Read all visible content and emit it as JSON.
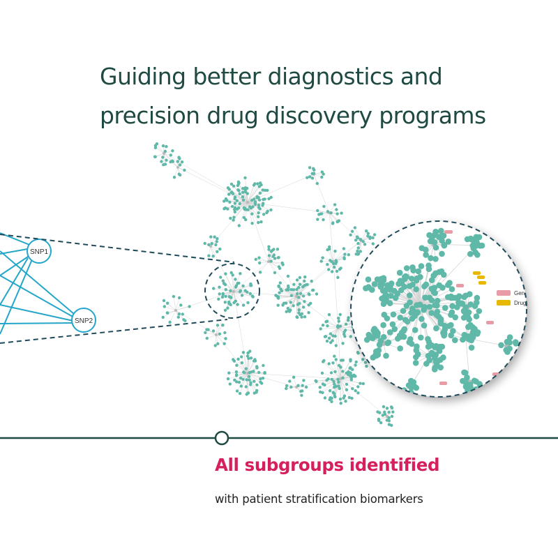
{
  "headline": {
    "line1": "Guiding better diagnostics and",
    "line2": "precision drug discovery programs"
  },
  "snp_nodes": [
    "SNP1",
    "SNP2"
  ],
  "legend": [
    {
      "label": "Gene",
      "color": "#e89ba4"
    },
    {
      "label": "Drug",
      "color": "#e8b800"
    }
  ],
  "milestone": {
    "title": "All subgroups identified",
    "subtitle": "with patient stratification biomarkers"
  },
  "colors": {
    "headline": "#1f4a44",
    "node": "#5fb8a8",
    "edge": "#d4d4d4",
    "snp": "#23a6c9",
    "dashed": "#1f4a5a",
    "timeline": "#1f4a44",
    "accent": "#d61f5d"
  }
}
